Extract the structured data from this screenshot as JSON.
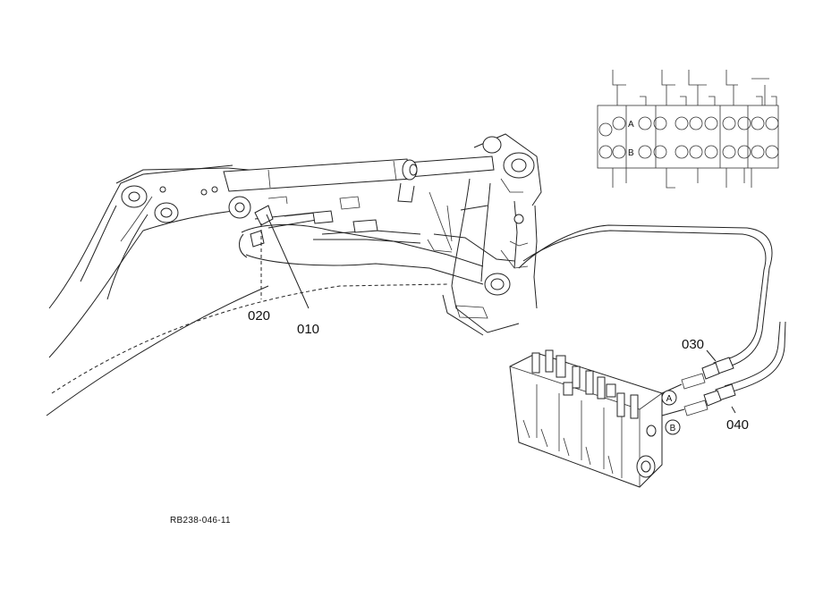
{
  "callouts": {
    "p010": "010",
    "p020": "020",
    "p030": "030",
    "p040": "040"
  },
  "ports": {
    "a": "A",
    "b": "B"
  },
  "schematic": {
    "port_a": "A",
    "port_b": "B"
  },
  "drawing_code": "RB238-046-11"
}
